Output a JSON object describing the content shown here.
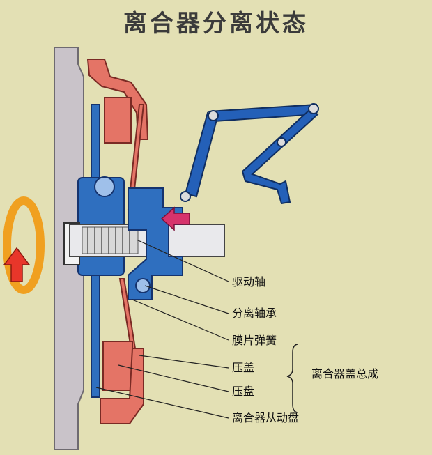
{
  "title": "离合器分离状态",
  "labels": {
    "drive_shaft": "驱动轴",
    "release_bearing": "分离轴承",
    "diaphragm_spring": "膜片弹簧",
    "pressure_cover": "压盖",
    "pressure_plate": "压盘",
    "driven_disc": "离合器从动盘",
    "cover_assembly": "离合器盖总成"
  },
  "colors": {
    "background": "#e3e0b4",
    "flywheel": "#c9c3c9",
    "driven_blue": "#2f6fbf",
    "pressure_red": "#e47466",
    "pedal_blue": "#2460b8",
    "arrow_pink": "#d6336c",
    "rotation_orange": "#f0a020"
  }
}
